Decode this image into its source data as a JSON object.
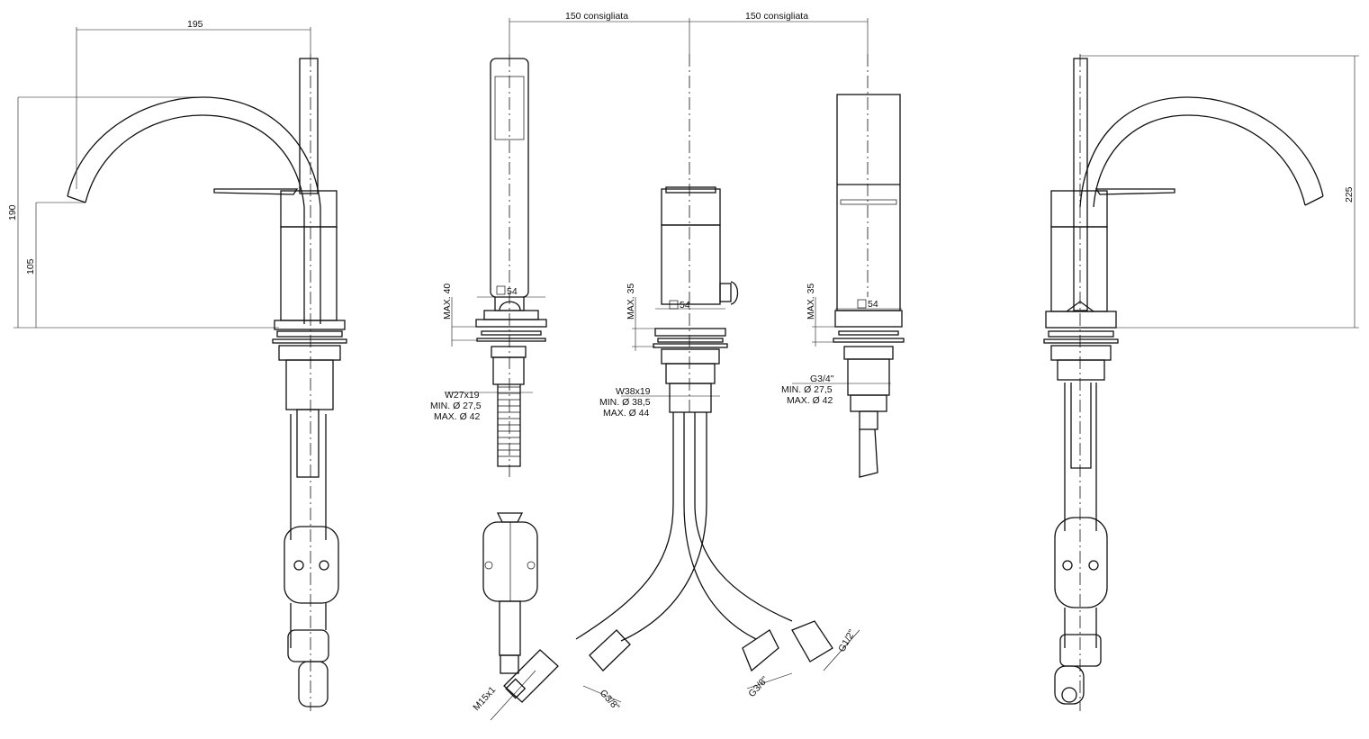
{
  "dimensions": {
    "spout_reach": "195",
    "total_height_left": "190",
    "spout_height": "105",
    "spacing_left": "150 consigliata",
    "spacing_right": "150 consigliata",
    "total_height_right": "225"
  },
  "hand_shower": {
    "max_thickness": "MAX. 40",
    "base_size": "54",
    "thread": "W27x19",
    "min_hole": "MIN. Ø 27,5",
    "max_hole": "MAX. Ø 42",
    "connector": "M15x1"
  },
  "mixer": {
    "max_thickness": "MAX. 35",
    "base_size": "54",
    "thread": "W38x19",
    "min_hole": "MIN. Ø 38,5",
    "max_hole": "MAX. Ø 44",
    "hose_left": "G3/8\"",
    "hose_right": "G3/8\"",
    "inlet": "G1/2\""
  },
  "spout_unit": {
    "max_thickness": "MAX. 35",
    "base_size": "54",
    "thread": "G3/4\"",
    "min_hole": "MIN. Ø 27,5",
    "max_hole": "MAX. Ø 42"
  }
}
